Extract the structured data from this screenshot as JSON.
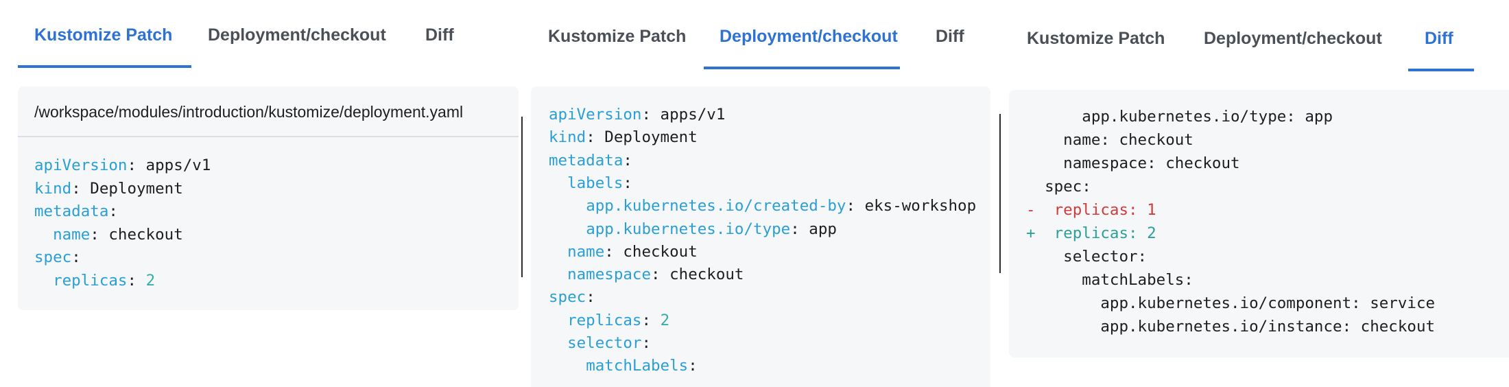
{
  "panel1": {
    "tabs": [
      "Kustomize Patch",
      "Deployment/checkout",
      "Diff"
    ],
    "active_tab": 0,
    "file_path": "/workspace/modules/introduction/kustomize/deployment.yaml",
    "lines": [
      [
        {
          "t": "apiVersion",
          "c": "k"
        },
        {
          "t": ": apps/v1"
        }
      ],
      [
        {
          "t": "kind",
          "c": "k"
        },
        {
          "t": ": Deployment"
        }
      ],
      [
        {
          "t": "metadata",
          "c": "k"
        },
        {
          "t": ":"
        }
      ],
      [
        {
          "t": "  "
        },
        {
          "t": "name",
          "c": "k"
        },
        {
          "t": ": checkout"
        }
      ],
      [
        {
          "t": "spec",
          "c": "k"
        },
        {
          "t": ":"
        }
      ],
      [
        {
          "t": "  "
        },
        {
          "t": "replicas",
          "c": "k"
        },
        {
          "t": ": "
        },
        {
          "t": "2",
          "c": "n"
        }
      ]
    ]
  },
  "panel2": {
    "tabs": [
      "Kustomize Patch",
      "Deployment/checkout",
      "Diff"
    ],
    "active_tab": 1,
    "lines": [
      [
        {
          "t": "apiVersion",
          "c": "k"
        },
        {
          "t": ": apps/v1"
        }
      ],
      [
        {
          "t": "kind",
          "c": "k"
        },
        {
          "t": ": Deployment"
        }
      ],
      [
        {
          "t": "metadata",
          "c": "k"
        },
        {
          "t": ":"
        }
      ],
      [
        {
          "t": "  "
        },
        {
          "t": "labels",
          "c": "k"
        },
        {
          "t": ":"
        }
      ],
      [
        {
          "t": "    "
        },
        {
          "t": "app.kubernetes.io/created-by",
          "c": "k"
        },
        {
          "t": ": eks-workshop"
        }
      ],
      [
        {
          "t": "    "
        },
        {
          "t": "app.kubernetes.io/type",
          "c": "k"
        },
        {
          "t": ": app"
        }
      ],
      [
        {
          "t": "  "
        },
        {
          "t": "name",
          "c": "k"
        },
        {
          "t": ": checkout"
        }
      ],
      [
        {
          "t": "  "
        },
        {
          "t": "namespace",
          "c": "k"
        },
        {
          "t": ": checkout"
        }
      ],
      [
        {
          "t": "spec",
          "c": "k"
        },
        {
          "t": ":"
        }
      ],
      [
        {
          "t": "  "
        },
        {
          "t": "replicas",
          "c": "k"
        },
        {
          "t": ": "
        },
        {
          "t": "2",
          "c": "n"
        }
      ],
      [
        {
          "t": "  "
        },
        {
          "t": "selector",
          "c": "k"
        },
        {
          "t": ":"
        }
      ],
      [
        {
          "t": "    "
        },
        {
          "t": "matchLabels",
          "c": "k"
        },
        {
          "t": ":"
        }
      ]
    ]
  },
  "panel3": {
    "tabs": [
      "Kustomize Patch",
      "Deployment/checkout",
      "Diff"
    ],
    "active_tab": 2,
    "lines": [
      [
        {
          "t": "      app.kubernetes.io/type: app"
        }
      ],
      [
        {
          "t": "    name: checkout"
        }
      ],
      [
        {
          "t": "    namespace: checkout"
        }
      ],
      [
        {
          "t": "  spec:"
        }
      ],
      [
        {
          "t": "- ",
          "c": "del"
        },
        {
          "t": " replicas: 1",
          "c": "del"
        }
      ],
      [
        {
          "t": "+ ",
          "c": "add"
        },
        {
          "t": " replicas: 2",
          "c": "add"
        }
      ],
      [
        {
          "t": "    selector:"
        }
      ],
      [
        {
          "t": "      matchLabels:"
        }
      ],
      [
        {
          "t": "        app.kubernetes.io/component: service"
        }
      ],
      [
        {
          "t": "        app.kubernetes.io/instance: checkout"
        }
      ]
    ]
  },
  "colors": {
    "accent": "#2e72d2",
    "key": "#2a9fd6",
    "number": "#36acaa",
    "deleted": "#d03b3b",
    "added": "#2aa198"
  }
}
